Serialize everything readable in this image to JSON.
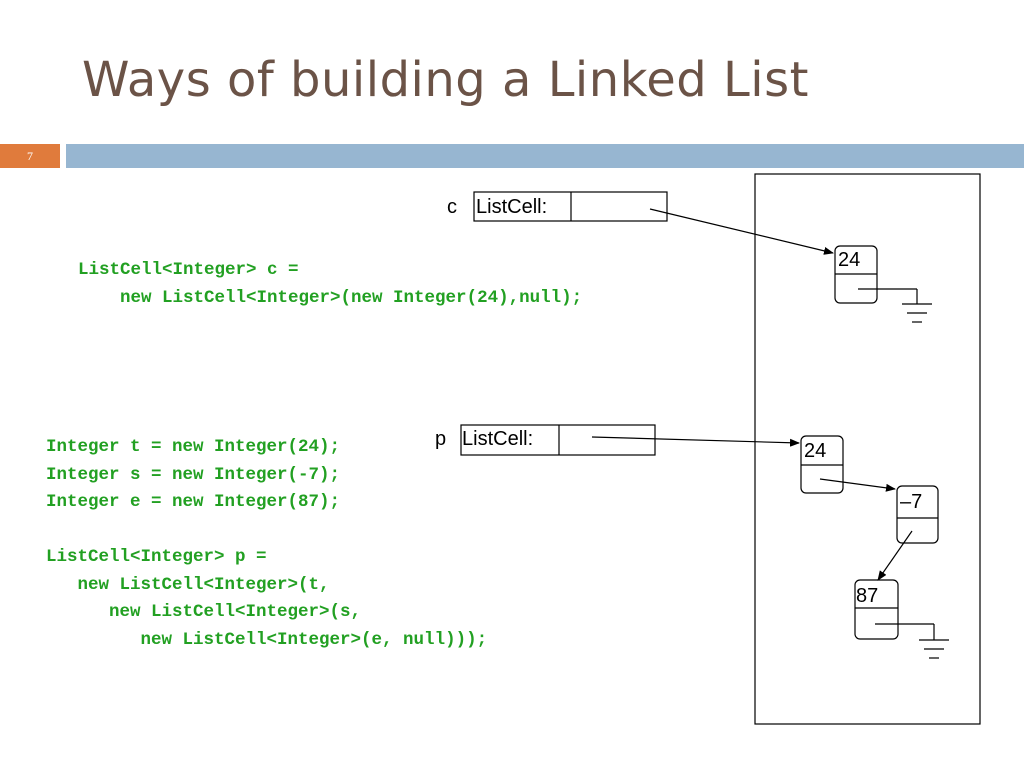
{
  "title": "Ways of building a Linked List",
  "slide_number": "7",
  "code_c": [
    "ListCell<Integer> c =",
    "    new ListCell<Integer>(new Integer(24),null);"
  ],
  "code_p": [
    "Integer t = new Integer(24);",
    "Integer s = new Integer(-7);",
    "Integer e = new Integer(87);",
    "",
    "ListCell<Integer> p =",
    "   new ListCell<Integer>(t,",
    "      new ListCell<Integer>(s,",
    "         new ListCell<Integer>(e, null)));"
  ],
  "diagram": {
    "var_c": {
      "name": "c",
      "type_label": "ListCell:"
    },
    "var_p": {
      "name": "p",
      "type_label": "ListCell:"
    },
    "cells": {
      "c_head": "24",
      "p_first": "24",
      "p_second": "–7",
      "p_third": "87"
    }
  },
  "colors": {
    "title": "#6b5347",
    "code": "#22a022",
    "accent_orange": "#e07b3c",
    "accent_blue": "#97b6d1"
  }
}
